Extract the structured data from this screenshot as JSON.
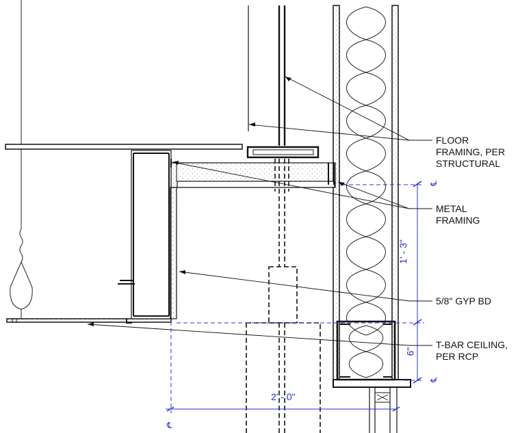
{
  "callouts": {
    "floor_framing": {
      "line1": "FLOOR",
      "line2": "FRAMING, PER",
      "line3": "STRUCTURAL"
    },
    "metal_framing": {
      "line1": "METAL",
      "line2": "FRAMING"
    },
    "gyp_bd": {
      "line1": "5/8\" GYP BD"
    },
    "tbar_ceiling": {
      "line1": "T-BAR CEILING,",
      "line2": "PER RCP"
    }
  },
  "dimensions": {
    "vertical_upper": "1' - 3\"",
    "vertical_lower": "6\"",
    "horizontal": "2' - 0\""
  },
  "centerline_symbol": "℄",
  "colors": {
    "linework": "#111111",
    "dimension": "#2430d8",
    "concrete_hatch": "#9a9a9a"
  }
}
